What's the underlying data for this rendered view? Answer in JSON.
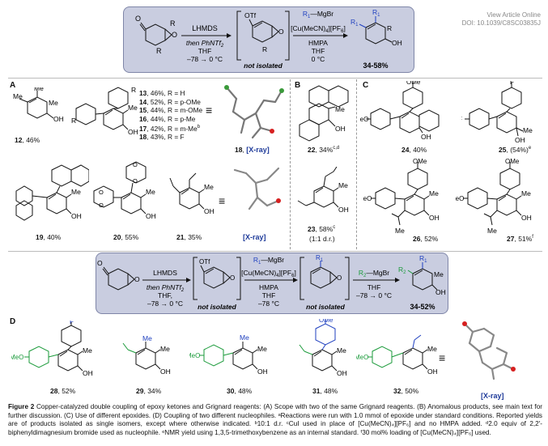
{
  "header": {
    "link": "View Article Online",
    "doi": "DOI: 10.1039/C8SC03835J"
  },
  "scheme_top": {
    "reagent_above": "LHMDS",
    "reagent_below_1": "then PhNTf",
    "reagent_below_sub": "2",
    "reagent_below_2": "THF",
    "reagent_below_3": "–78 → 0 °C",
    "intermediate_label": "not isolated",
    "grignard": "R",
    "grignard_sub": "1",
    "grignard_rest": "—MgBr",
    "cu": "[Cu(MeCN)",
    "cu_sub": "4",
    "cu_rest": "][PF",
    "cu_sub2": "6",
    "cu_end": "]",
    "hmpa": "HMPA",
    "thf": "THF",
    "temp": "0 °C",
    "yield": "34-58%",
    "otf": "OTf",
    "o": "O"
  },
  "panel_a": {
    "label": "A",
    "c12": "12",
    "c12_yield": ", 46%",
    "r_list": [
      {
        "num": "13",
        "text": ", 46%, R = H"
      },
      {
        "num": "14",
        "text": ", 52%, R = p-OMe"
      },
      {
        "num": "15",
        "text": ", 44%, R = m-OMe"
      },
      {
        "num": "16",
        "text": ", 44%, R = p-Me"
      },
      {
        "num": "17",
        "text": ", 42%, R = m-Me",
        "sup": "b"
      },
      {
        "num": "18",
        "text": ", 43%, R = F"
      }
    ],
    "c18_label": "18",
    "xray": "[X-ray]",
    "c19": "19",
    "c19_yield": ", 40%",
    "c20": "20",
    "c20_yield": ", 55%",
    "c21": "21",
    "c21_yield": ", 35%",
    "xray2": "[X-ray]"
  },
  "panel_b": {
    "label": "B",
    "c22": "22",
    "c22_yield": ", 34%",
    "c22_sup": "c,d",
    "c23": "23",
    "c23_yield": ", 58%",
    "c23_sup": "c",
    "c23_dr": "(1:1 d.r.)"
  },
  "panel_c": {
    "label": "C",
    "c24": "24",
    "c24_yield": ", 40%",
    "c25": "25",
    "c25_yield": ", (54%)",
    "c25_sup": "e",
    "c26": "26",
    "c26_yield": ", 52%",
    "c27": "27",
    "c27_yield": ", 51%",
    "c27_sup": "f"
  },
  "scheme_mid": {
    "reagent_above": "LHMDS",
    "reagent_below_1": "then PhNTf",
    "reagent_below_sub": "2",
    "reagent_below_2": "THF,",
    "reagent_below_3": "–78 → 0 °C",
    "intermediate_label_1": "not isolated",
    "grignard": "R",
    "grignard_sub": "1",
    "grignard_rest": "—MgBr",
    "cu": "[Cu(MeCN)",
    "cu_sub": "4",
    "cu_rest": "][PF",
    "cu_sub2": "6",
    "cu_end": "]",
    "hmpa": "HMPA",
    "thf": "THF",
    "temp": "–78 °C",
    "intermediate_label_2": "not isolated",
    "grignard2": "R",
    "grignard2_sub": "2",
    "grignard2_rest": "—MgBr",
    "thf2": "THF",
    "temp2": "–78 → 0 °C",
    "yield": "34-52%"
  },
  "panel_d": {
    "label": "D",
    "c28": "28",
    "c28_yield": ", 52%",
    "c29": "29",
    "c29_yield": ", 34%",
    "c30": "30",
    "c30_yield": ", 48%",
    "c31": "31",
    "c31_yield": ", 48%",
    "c32": "32",
    "c32_yield": ", 50%",
    "xray": "[X-ray]"
  },
  "atoms": {
    "me": "Me",
    "oh": "OH",
    "meo": "MeO",
    "f": "F",
    "r": "R",
    "ome": "OMe",
    "r1": "R",
    "r2": "R",
    "sub1": "1",
    "sub2": "2"
  },
  "caption": {
    "fig": "Figure 2",
    "text": " Copper-catalyzed double coupling of epoxy ketones and Grignard reagents: (A) Scope with two of the same Grignard reagents. (B) Anomalous products, see main text for further discussion. (C) Use of different epoxides. (D) Coupling of two different nucleophiles. ᵃReactions were run with 1.0 mmol of epoxide under standard conditions. Reported yields are of products isolated as single isomers, except where otherwise indicated. ᵇ10:1 d.r. ᶜCuI used in place of [Cu(MeCN)₄][PF₆] and no HMPA added. ᵈ2.0 equiv of 2,2′-biphenyldimagnesium bromide used as nucleophile. ᵉNMR yield using 1,3,5-trimethoxybenzene as an internal standard. ᶠ30 mol% loading of [Cu(MeCN)₄][PF₆] used."
  },
  "colors": {
    "box_fill": "#c9cde0",
    "box_stroke": "#7f86a8",
    "green": "#1a9a3a",
    "blue": "#1e3fbf",
    "xray_blue": "#1f3b9a",
    "red": "#d62020"
  }
}
